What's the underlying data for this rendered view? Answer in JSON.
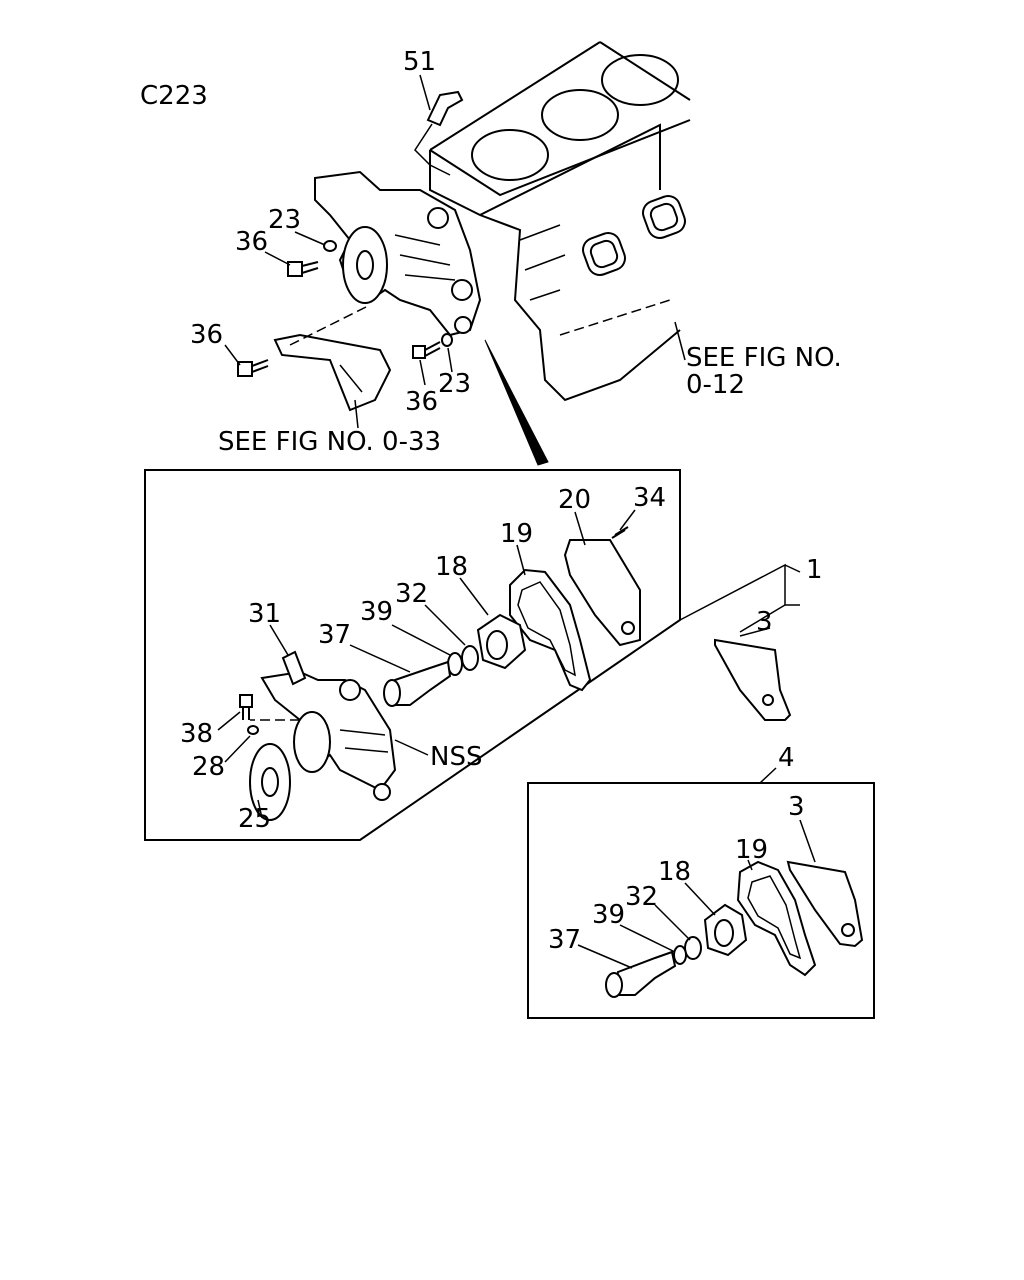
{
  "figure_code": "C223",
  "references": {
    "block": "SEE FIG NO.",
    "block_num": "0-12",
    "bracket": "SEE FIG NO. 0-33"
  },
  "callouts": {
    "top_51": "51",
    "top_23a": "23",
    "top_36a": "36",
    "top_36b": "36",
    "top_36c": "36",
    "top_23b": "23",
    "asm_20": "20",
    "asm_34": "34",
    "asm_19": "19",
    "asm_18": "18",
    "asm_32": "32",
    "asm_39": "39",
    "asm_37": "37",
    "asm_31": "31",
    "asm_38": "38",
    "asm_28": "28",
    "asm_25": "25",
    "asm_nss": "NSS",
    "asm_1": "1",
    "asm_3": "3",
    "kit_4": "4",
    "kit_3": "3",
    "kit_19": "19",
    "kit_18": "18",
    "kit_32": "32",
    "kit_39": "39",
    "kit_37": "37"
  }
}
